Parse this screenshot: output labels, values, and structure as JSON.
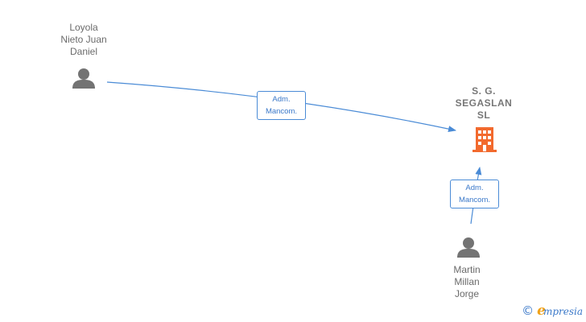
{
  "nodes": {
    "person_top": {
      "label": "Loyola\nNieto Juan\nDaniel",
      "icon": "person-icon"
    },
    "company": {
      "label": "S. G.\nSEGASLAN\nSL",
      "icon": "building-icon"
    },
    "person_bottom": {
      "label": "Martin\nMillan\nJorge",
      "icon": "person-icon"
    }
  },
  "edges": [
    {
      "from": "person_top",
      "to": "company",
      "label": "Adm.\nMancom."
    },
    {
      "from": "person_bottom",
      "to": "company",
      "label": "Adm.\nMancom."
    }
  ],
  "footer": {
    "copyright": "©",
    "brand_initial": "e",
    "brand_rest": "mpresia"
  },
  "colors": {
    "edge": "#4a8bd6",
    "person": "#737373",
    "company": "#f26a2e",
    "brand_initial": "#f0a21a"
  }
}
